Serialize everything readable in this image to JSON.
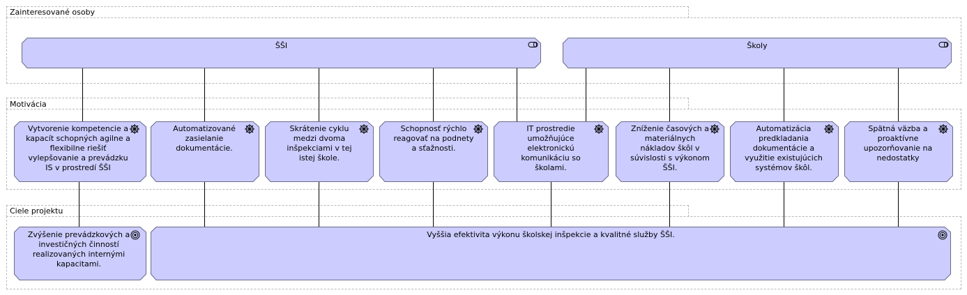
{
  "groups": {
    "stakeholders": "Zainteresované osoby",
    "motivation": "Motivácia",
    "goals": "Ciele projektu"
  },
  "stakeholders": [
    {
      "label": "ŠŠI",
      "icon": "stakeholder-icon"
    },
    {
      "label": "Školy",
      "icon": "stakeholder-icon"
    }
  ],
  "drivers": [
    {
      "label": "Vytvorenie kompetencie a kapacít schopných agilne a flexibilne riešiť vylepšovanie a prevádzku IS v prostredí ŠŠI",
      "icon": "driver-icon"
    },
    {
      "label": "Automatizované zasielanie dokumentácie.",
      "icon": "driver-icon"
    },
    {
      "label": "Skrátenie cyklu medzi dvoma inšpekciami v tej istej škole.",
      "icon": "driver-icon"
    },
    {
      "label": "Schopnosť rýchlo reagovať na podnety a sťažnosti.",
      "icon": "driver-icon"
    },
    {
      "label": "IT prostredie umožňujúce elektronickú komunikáciu so školami.",
      "icon": "driver-icon"
    },
    {
      "label": "Zníženie časových a materiálnych nákladov škôl v súvislosti s výkonom ŠŠI.",
      "icon": "driver-icon"
    },
    {
      "label": "Automatizácia predkladania dokumentácie a využitie existujúcich systémov škôl.",
      "icon": "driver-icon"
    },
    {
      "label": "Spätná väzba a proaktívne upozorňovanie na nedostatky",
      "icon": "driver-icon"
    }
  ],
  "goals": [
    {
      "label": "Zvýšenie prevádzkových a investičných činností realizovaných internými kapacitami.",
      "icon": "goal-icon"
    },
    {
      "label": "Vyššia efektivita výkonu školskej inšpekcie a kvalitné služby ŠŠI.",
      "icon": "goal-icon"
    }
  ],
  "colors": {
    "element_fill": "#ccccff",
    "element_border": "#6a6a8a",
    "group_border": "#b8b8b8"
  }
}
